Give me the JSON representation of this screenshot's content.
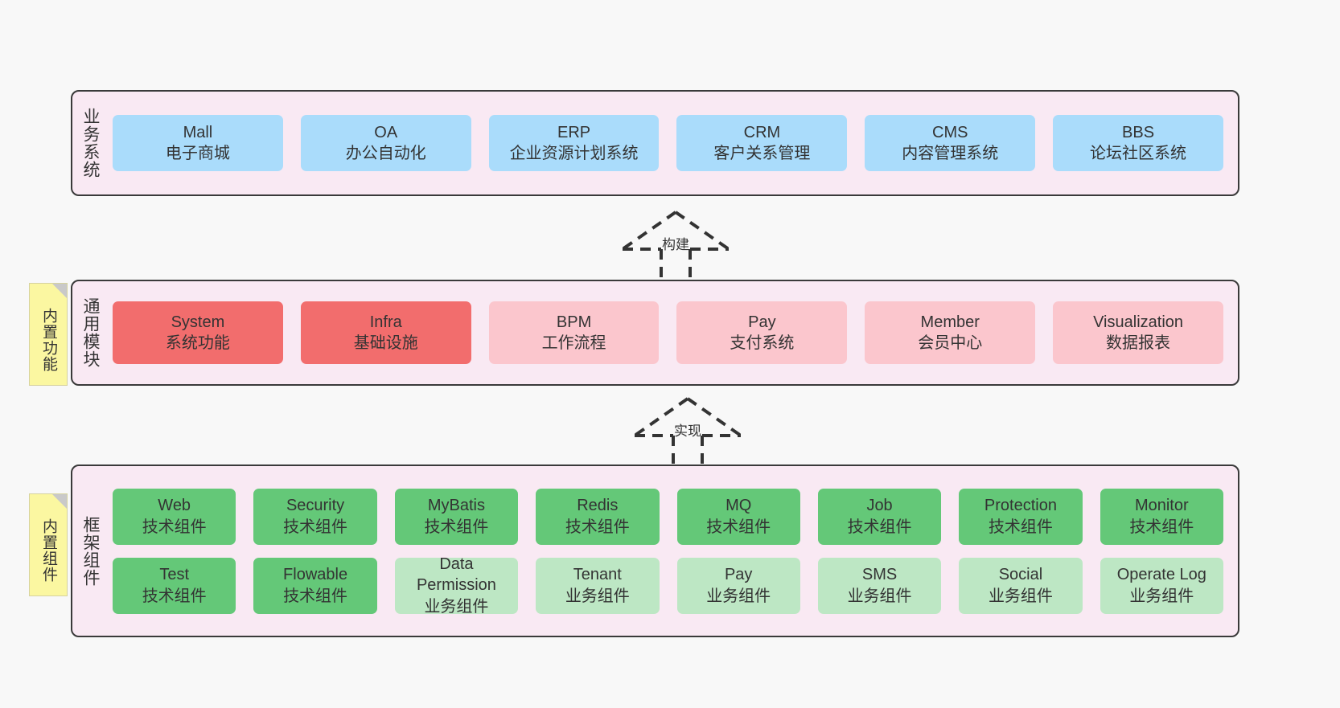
{
  "diagram": {
    "background_color": "#f8f8f8",
    "layer_fill": "#f9e9f3",
    "layer_border": "#3a3a3a",
    "sticky_fill": "#fbf7a1",
    "colors": {
      "blue": "#aadcfb",
      "red_strong": "#f26d6d",
      "red_light": "#fbc6cd",
      "green_strong": "#64c878",
      "green_light": "#bde7c4"
    }
  },
  "layers": {
    "business": {
      "title": "业务系统",
      "cards": [
        {
          "name": "Mall",
          "sub": "电子商城",
          "color": "blue"
        },
        {
          "name": "OA",
          "sub": "办公自动化",
          "color": "blue"
        },
        {
          "name": "ERP",
          "sub": "企业资源计划系统",
          "color": "blue"
        },
        {
          "name": "CRM",
          "sub": "客户关系管理",
          "color": "blue"
        },
        {
          "name": "CMS",
          "sub": "内容管理系统",
          "color": "blue"
        },
        {
          "name": "BBS",
          "sub": "论坛社区系统",
          "color": "blue"
        }
      ]
    },
    "common": {
      "title": "通用模块",
      "sticky": "内置功能",
      "cards": [
        {
          "name": "System",
          "sub": "系统功能",
          "color": "red-strong"
        },
        {
          "name": "Infra",
          "sub": "基础设施",
          "color": "red-strong"
        },
        {
          "name": "BPM",
          "sub": "工作流程",
          "color": "red-light"
        },
        {
          "name": "Pay",
          "sub": "支付系统",
          "color": "red-light"
        },
        {
          "name": "Member",
          "sub": "会员中心",
          "color": "red-light"
        },
        {
          "name": "Visualization",
          "sub": "数据报表",
          "color": "red-light"
        }
      ]
    },
    "framework": {
      "title": "框架组件",
      "sticky": "内置组件",
      "row1": [
        {
          "name": "Web",
          "sub": "技术组件",
          "color": "green-strong"
        },
        {
          "name": "Security",
          "sub": "技术组件",
          "color": "green-strong"
        },
        {
          "name": "MyBatis",
          "sub": "技术组件",
          "color": "green-strong"
        },
        {
          "name": "Redis",
          "sub": "技术组件",
          "color": "green-strong"
        },
        {
          "name": "MQ",
          "sub": "技术组件",
          "color": "green-strong"
        },
        {
          "name": "Job",
          "sub": "技术组件",
          "color": "green-strong"
        },
        {
          "name": "Protection",
          "sub": "技术组件",
          "color": "green-strong"
        },
        {
          "name": "Monitor",
          "sub": "技术组件",
          "color": "green-strong"
        }
      ],
      "row2": [
        {
          "name": "Test",
          "sub": "技术组件",
          "color": "green-strong"
        },
        {
          "name": "Flowable",
          "sub": "技术组件",
          "color": "green-strong"
        },
        {
          "name": "Data Permission",
          "sub": "业务组件",
          "color": "green-light"
        },
        {
          "name": "Tenant",
          "sub": "业务组件",
          "color": "green-light"
        },
        {
          "name": "Pay",
          "sub": "业务组件",
          "color": "green-light"
        },
        {
          "name": "SMS",
          "sub": "业务组件",
          "color": "green-light"
        },
        {
          "name": "Social",
          "sub": "业务组件",
          "color": "green-light"
        },
        {
          "name": "Operate Log",
          "sub": "业务组件",
          "color": "green-light"
        }
      ]
    }
  },
  "arrows": {
    "build": "构建",
    "implement": "实现"
  }
}
